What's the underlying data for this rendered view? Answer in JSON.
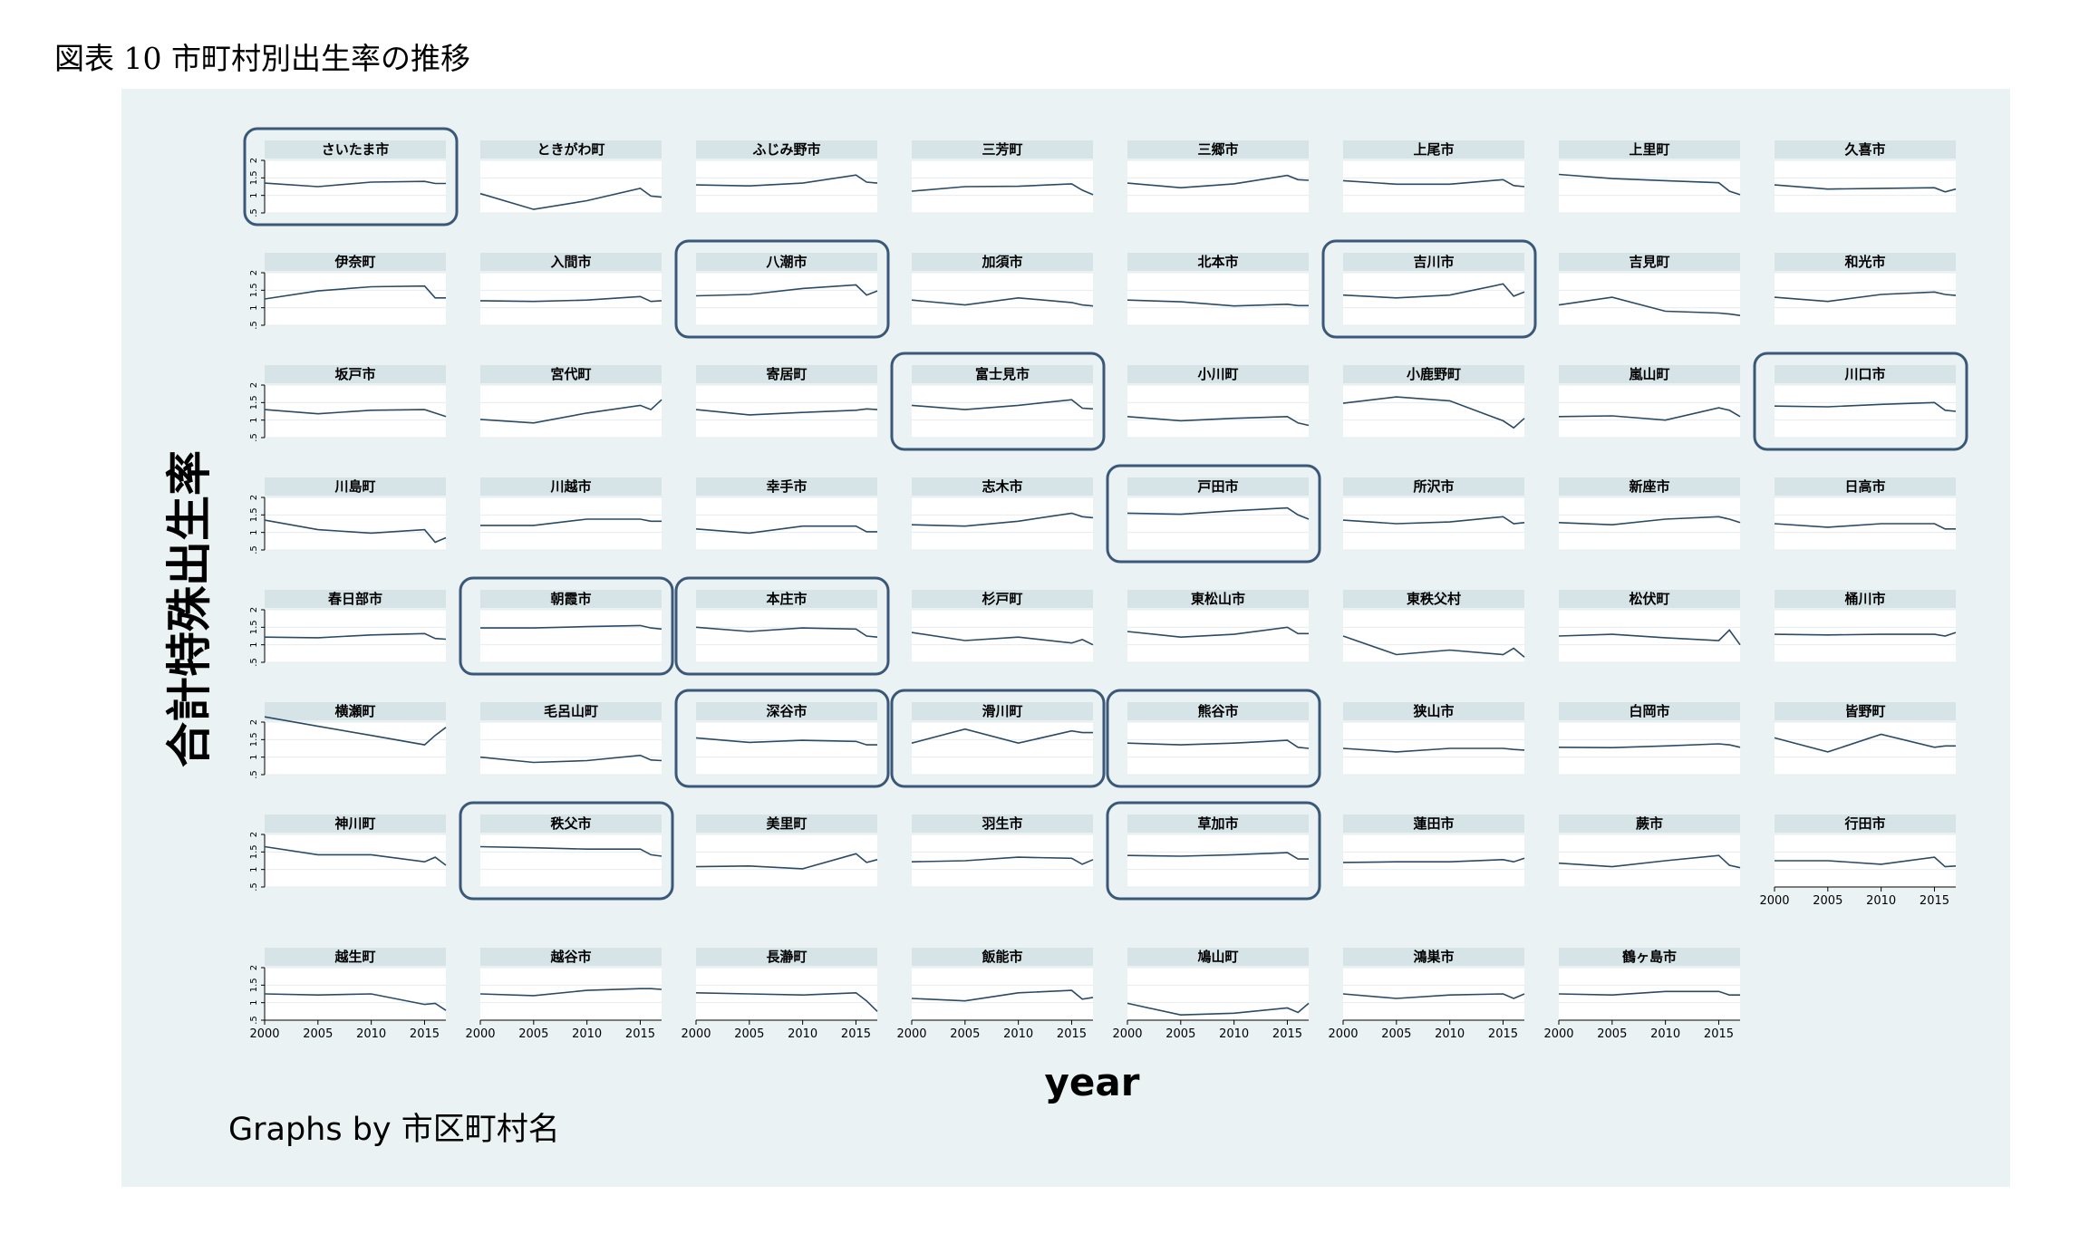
{
  "figure_title": "図表 10 市町村別出生率の推移",
  "colors": {
    "panel_bg": "#eaf2f3",
    "plot_bg": "#ffffff",
    "strip_bg": "#d6e4e8",
    "line": "#2a4a66",
    "highlight_box": "#3b5878"
  },
  "chart_data": {
    "type": "line",
    "layout": "small multiples, 8 columns",
    "ylabel": "合計特殊出生率",
    "xlabel": "year",
    "note": "Graphs by 市区町村名",
    "xlim": [
      2000,
      2017
    ],
    "ylim": [
      0.5,
      2.0
    ],
    "xticks": [
      "2000",
      "2005",
      "2010",
      "2015"
    ],
    "yticks": [
      ".5",
      "1",
      "1.5",
      "2"
    ],
    "grid": true,
    "x": [
      2000,
      2005,
      2010,
      2015,
      2016,
      2017
    ],
    "panels": [
      {
        "name": "さいたま市",
        "highlighted": true,
        "values": [
          1.35,
          1.25,
          1.38,
          1.4,
          1.34,
          1.34
        ]
      },
      {
        "name": "ときがわ町",
        "highlighted": false,
        "values": [
          1.05,
          0.6,
          0.85,
          1.2,
          0.98,
          0.95
        ]
      },
      {
        "name": "ふじみ野市",
        "highlighted": false,
        "values": [
          1.3,
          1.27,
          1.35,
          1.58,
          1.38,
          1.35
        ]
      },
      {
        "name": "三芳町",
        "highlighted": false,
        "values": [
          1.12,
          1.25,
          1.26,
          1.33,
          1.15,
          1.02
        ]
      },
      {
        "name": "三郷市",
        "highlighted": false,
        "values": [
          1.35,
          1.22,
          1.33,
          1.57,
          1.45,
          1.43
        ]
      },
      {
        "name": "上尾市",
        "highlighted": false,
        "values": [
          1.42,
          1.32,
          1.32,
          1.45,
          1.28,
          1.25
        ]
      },
      {
        "name": "上里町",
        "highlighted": false,
        "values": [
          1.6,
          1.48,
          1.42,
          1.36,
          1.12,
          1.02
        ]
      },
      {
        "name": "久喜市",
        "highlighted": false,
        "values": [
          1.3,
          1.18,
          1.2,
          1.22,
          1.1,
          1.18
        ]
      },
      {
        "name": "伊奈町",
        "highlighted": false,
        "values": [
          1.25,
          1.48,
          1.6,
          1.62,
          1.28,
          1.28
        ]
      },
      {
        "name": "入間市",
        "highlighted": false,
        "values": [
          1.2,
          1.18,
          1.22,
          1.32,
          1.18,
          1.2
        ]
      },
      {
        "name": "八潮市",
        "highlighted": true,
        "values": [
          1.34,
          1.38,
          1.55,
          1.65,
          1.36,
          1.48
        ]
      },
      {
        "name": "加須市",
        "highlighted": false,
        "values": [
          1.22,
          1.08,
          1.28,
          1.15,
          1.08,
          1.05
        ]
      },
      {
        "name": "北本市",
        "highlighted": false,
        "values": [
          1.22,
          1.17,
          1.05,
          1.1,
          1.06,
          1.06
        ]
      },
      {
        "name": "吉川市",
        "highlighted": true,
        "values": [
          1.36,
          1.28,
          1.36,
          1.68,
          1.33,
          1.45
        ]
      },
      {
        "name": "吉見町",
        "highlighted": false,
        "values": [
          1.08,
          1.3,
          0.9,
          0.85,
          0.82,
          0.78
        ]
      },
      {
        "name": "和光市",
        "highlighted": false,
        "values": [
          1.3,
          1.18,
          1.38,
          1.45,
          1.38,
          1.35
        ]
      },
      {
        "name": "坂戸市",
        "highlighted": false,
        "values": [
          1.3,
          1.18,
          1.28,
          1.3,
          1.2,
          1.1
        ]
      },
      {
        "name": "宮代町",
        "highlighted": false,
        "values": [
          1.02,
          0.92,
          1.2,
          1.42,
          1.3,
          1.58
        ]
      },
      {
        "name": "寄居町",
        "highlighted": false,
        "values": [
          1.3,
          1.15,
          1.22,
          1.28,
          1.32,
          1.3
        ]
      },
      {
        "name": "富士見市",
        "highlighted": true,
        "values": [
          1.42,
          1.3,
          1.42,
          1.58,
          1.34,
          1.32
        ]
      },
      {
        "name": "小川町",
        "highlighted": false,
        "values": [
          1.1,
          0.98,
          1.05,
          1.1,
          0.92,
          0.85
        ]
      },
      {
        "name": "小鹿野町",
        "highlighted": false,
        "values": [
          1.48,
          1.66,
          1.55,
          0.98,
          0.78,
          1.05
        ]
      },
      {
        "name": "嵐山町",
        "highlighted": false,
        "values": [
          1.1,
          1.12,
          1.0,
          1.35,
          1.28,
          1.1
        ]
      },
      {
        "name": "川口市",
        "highlighted": true,
        "values": [
          1.4,
          1.38,
          1.45,
          1.5,
          1.28,
          1.25
        ]
      },
      {
        "name": "川島町",
        "highlighted": false,
        "values": [
          1.35,
          1.08,
          0.98,
          1.08,
          0.72,
          0.85
        ]
      },
      {
        "name": "川越市",
        "highlighted": false,
        "values": [
          1.2,
          1.2,
          1.38,
          1.38,
          1.32,
          1.32
        ]
      },
      {
        "name": "幸手市",
        "highlighted": false,
        "values": [
          1.1,
          0.98,
          1.18,
          1.18,
          1.02,
          1.02
        ]
      },
      {
        "name": "志木市",
        "highlighted": false,
        "values": [
          1.22,
          1.18,
          1.32,
          1.55,
          1.45,
          1.42
        ]
      },
      {
        "name": "戸田市",
        "highlighted": true,
        "values": [
          1.55,
          1.52,
          1.62,
          1.7,
          1.5,
          1.38
        ]
      },
      {
        "name": "所沢市",
        "highlighted": false,
        "values": [
          1.35,
          1.25,
          1.3,
          1.45,
          1.25,
          1.28
        ]
      },
      {
        "name": "新座市",
        "highlighted": false,
        "values": [
          1.28,
          1.22,
          1.38,
          1.45,
          1.38,
          1.28
        ]
      },
      {
        "name": "日高市",
        "highlighted": false,
        "values": [
          1.25,
          1.15,
          1.25,
          1.25,
          1.1,
          1.1
        ]
      },
      {
        "name": "春日部市",
        "highlighted": false,
        "values": [
          1.22,
          1.2,
          1.28,
          1.32,
          1.18,
          1.16
        ]
      },
      {
        "name": "朝霞市",
        "highlighted": true,
        "values": [
          1.48,
          1.48,
          1.52,
          1.55,
          1.48,
          1.45
        ]
      },
      {
        "name": "本庄市",
        "highlighted": true,
        "values": [
          1.5,
          1.38,
          1.48,
          1.45,
          1.25,
          1.22
        ]
      },
      {
        "name": "杉戸町",
        "highlighted": false,
        "values": [
          1.35,
          1.12,
          1.22,
          1.05,
          1.15,
          1.0
        ]
      },
      {
        "name": "東松山市",
        "highlighted": false,
        "values": [
          1.38,
          1.22,
          1.3,
          1.5,
          1.32,
          1.32
        ]
      },
      {
        "name": "東秩父村",
        "highlighted": false,
        "values": [
          1.25,
          0.72,
          0.85,
          0.72,
          0.9,
          0.65
        ]
      },
      {
        "name": "松伏町",
        "highlighted": false,
        "values": [
          1.25,
          1.3,
          1.2,
          1.12,
          1.42,
          1.0
        ]
      },
      {
        "name": "桶川市",
        "highlighted": false,
        "values": [
          1.3,
          1.28,
          1.3,
          1.3,
          1.25,
          1.35
        ]
      },
      {
        "name": "横瀬町",
        "highlighted": false,
        "values": [
          2.15,
          1.88,
          1.62,
          1.35,
          1.62,
          1.85
        ]
      },
      {
        "name": "毛呂山町",
        "highlighted": false,
        "values": [
          1.0,
          0.85,
          0.9,
          1.05,
          0.92,
          0.9
        ]
      },
      {
        "name": "深谷市",
        "highlighted": true,
        "values": [
          1.55,
          1.42,
          1.48,
          1.45,
          1.35,
          1.35
        ]
      },
      {
        "name": "滑川町",
        "highlighted": true,
        "values": [
          1.4,
          1.8,
          1.4,
          1.75,
          1.7,
          1.7
        ]
      },
      {
        "name": "熊谷市",
        "highlighted": true,
        "values": [
          1.4,
          1.35,
          1.4,
          1.48,
          1.28,
          1.25
        ]
      },
      {
        "name": "狭山市",
        "highlighted": false,
        "values": [
          1.25,
          1.15,
          1.25,
          1.25,
          1.22,
          1.2
        ]
      },
      {
        "name": "白岡市",
        "highlighted": false,
        "values": [
          1.28,
          1.27,
          1.32,
          1.38,
          1.35,
          1.28
        ]
      },
      {
        "name": "皆野町",
        "highlighted": false,
        "values": [
          1.55,
          1.15,
          1.65,
          1.28,
          1.32,
          1.32
        ]
      },
      {
        "name": "神川町",
        "highlighted": false,
        "values": [
          1.65,
          1.42,
          1.42,
          1.22,
          1.35,
          1.12
        ]
      },
      {
        "name": "秩父市",
        "highlighted": true,
        "values": [
          1.65,
          1.62,
          1.58,
          1.58,
          1.42,
          1.38
        ]
      },
      {
        "name": "美里町",
        "highlighted": false,
        "values": [
          1.08,
          1.1,
          1.02,
          1.45,
          1.2,
          1.28
        ]
      },
      {
        "name": "羽生市",
        "highlighted": false,
        "values": [
          1.22,
          1.25,
          1.35,
          1.32,
          1.15,
          1.28
        ]
      },
      {
        "name": "草加市",
        "highlighted": true,
        "values": [
          1.4,
          1.38,
          1.42,
          1.48,
          1.3,
          1.3
        ]
      },
      {
        "name": "蓮田市",
        "highlighted": false,
        "values": [
          1.2,
          1.22,
          1.22,
          1.28,
          1.22,
          1.32
        ]
      },
      {
        "name": "蕨市",
        "highlighted": false,
        "values": [
          1.18,
          1.08,
          1.25,
          1.4,
          1.12,
          1.05
        ]
      },
      {
        "name": "行田市",
        "highlighted": false,
        "values": [
          1.25,
          1.25,
          1.15,
          1.35,
          1.08,
          1.1
        ]
      },
      {
        "name": "越生町",
        "highlighted": false,
        "values": [
          1.25,
          1.22,
          1.25,
          0.95,
          0.98,
          0.78
        ]
      },
      {
        "name": "越谷市",
        "highlighted": false,
        "values": [
          1.25,
          1.2,
          1.35,
          1.4,
          1.4,
          1.38
        ]
      },
      {
        "name": "長瀞町",
        "highlighted": false,
        "values": [
          1.28,
          1.25,
          1.22,
          1.28,
          1.05,
          0.75
        ]
      },
      {
        "name": "飯能市",
        "highlighted": false,
        "values": [
          1.12,
          1.05,
          1.28,
          1.35,
          1.1,
          1.15
        ]
      },
      {
        "name": "鳩山町",
        "highlighted": false,
        "values": [
          0.98,
          0.65,
          0.7,
          0.85,
          0.72,
          0.98
        ]
      },
      {
        "name": "鴻巣市",
        "highlighted": false,
        "values": [
          1.25,
          1.12,
          1.22,
          1.25,
          1.12,
          1.25
        ]
      },
      {
        "name": "鶴ヶ島市",
        "highlighted": false,
        "values": [
          1.25,
          1.22,
          1.32,
          1.32,
          1.22,
          1.22
        ]
      }
    ]
  }
}
